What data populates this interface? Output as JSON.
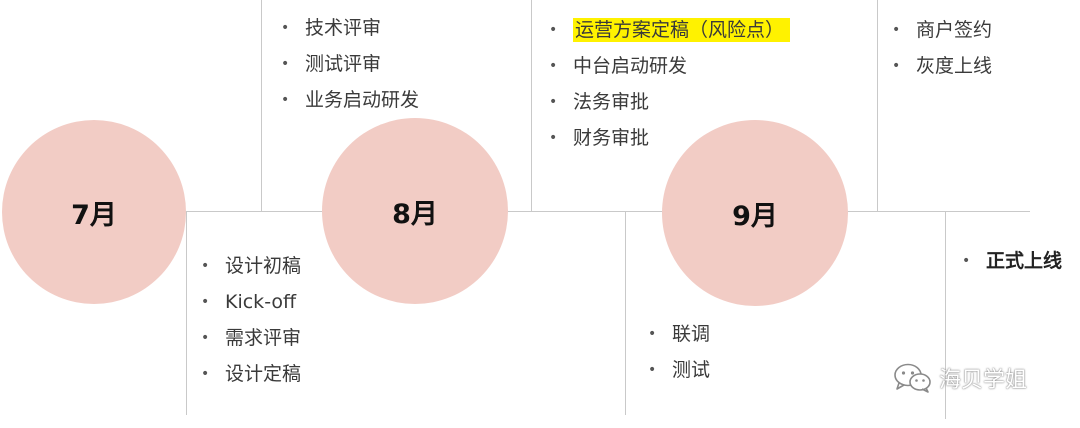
{
  "theme": {
    "circle_fill": "#f2ccc5",
    "line_color": "#c9c9c9",
    "highlight": "#fff200"
  },
  "months": [
    {
      "label": "7月",
      "tasks": [
        {
          "text": "设计初稿"
        },
        {
          "text": "Kick-off"
        },
        {
          "text": "需求评审"
        },
        {
          "text": "设计定稿"
        }
      ]
    },
    {
      "label": "8月",
      "tasks_above": [
        {
          "text": "技术评审"
        },
        {
          "text": "测试评审"
        },
        {
          "text": "业务启动研发"
        }
      ]
    },
    {
      "label": "9月",
      "tasks_above": [
        {
          "text": "运营方案定稿（风险点）",
          "highlight": true
        },
        {
          "text": "中台启动研发"
        },
        {
          "text": "法务审批"
        },
        {
          "text": "财务审批"
        }
      ],
      "tasks_below": [
        {
          "text": "联调"
        },
        {
          "text": "测试"
        }
      ]
    },
    {
      "tasks_above": [
        {
          "text": "商户签约"
        },
        {
          "text": "灰度上线"
        }
      ],
      "tasks_below": [
        {
          "text": "正式上线",
          "bold": true
        }
      ]
    }
  ],
  "bullet_char": "•",
  "watermark": {
    "icon": "wechat-icon",
    "text": "海贝学姐"
  }
}
